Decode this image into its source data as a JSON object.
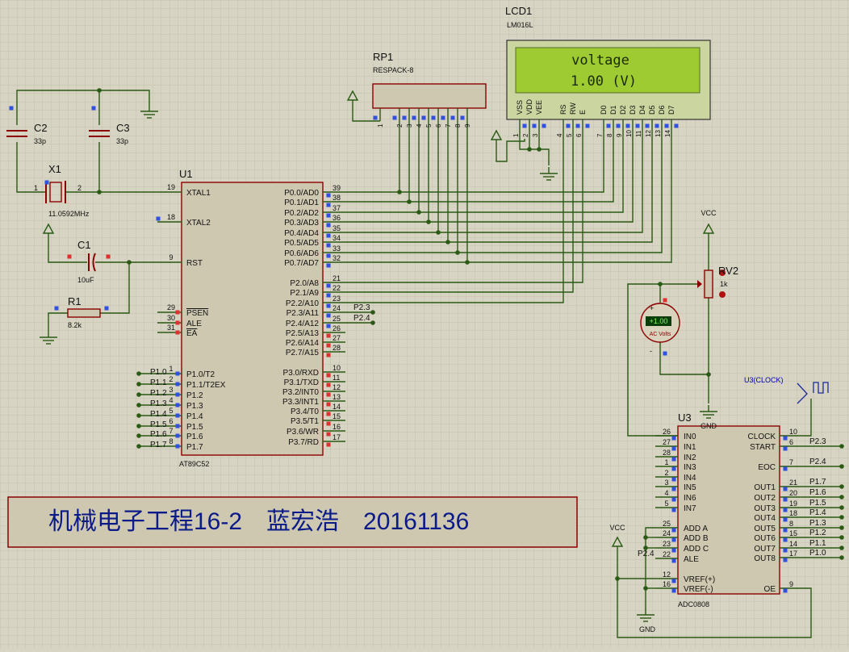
{
  "lcd": {
    "ref": "LCD1",
    "model": "LM016L",
    "line1": "voltage",
    "line2": "1.00 (V)",
    "pins": [
      {
        "num": "1",
        "name": "VSS"
      },
      {
        "num": "2",
        "name": "VDD"
      },
      {
        "num": "3",
        "name": "VEE"
      },
      {
        "num": "4",
        "name": "RS"
      },
      {
        "num": "5",
        "name": "RW"
      },
      {
        "num": "6",
        "name": "E"
      },
      {
        "num": "7",
        "name": "D0"
      },
      {
        "num": "8",
        "name": "D1"
      },
      {
        "num": "9",
        "name": "D2"
      },
      {
        "num": "10",
        "name": "D3"
      },
      {
        "num": "11",
        "name": "D4"
      },
      {
        "num": "12",
        "name": "D5"
      },
      {
        "num": "13",
        "name": "D6"
      },
      {
        "num": "14",
        "name": "D7"
      }
    ]
  },
  "rp1": {
    "ref": "RP1",
    "model": "RESPACK-8",
    "pins": [
      "1",
      "2",
      "3",
      "4",
      "5",
      "6",
      "7",
      "8",
      "9"
    ]
  },
  "c2": {
    "ref": "C2",
    "value": "33p"
  },
  "c3": {
    "ref": "C3",
    "value": "33p"
  },
  "x1": {
    "ref": "X1",
    "value": "11.0592MHz",
    "pin1": "1",
    "pin2": "2"
  },
  "c1": {
    "ref": "C1",
    "value": "10uF"
  },
  "r1": {
    "ref": "R1",
    "value": "8.2k"
  },
  "rv2": {
    "ref": "RV2",
    "value": "1k"
  },
  "vcc_label": "VCC",
  "gnd_label": "GND",
  "voltmeter": {
    "reading": "+1.00",
    "unit": "AC Volts",
    "plus": "+",
    "minus": "-"
  },
  "clock_label": "U3(CLOCK)",
  "u1": {
    "ref": "U1",
    "model": "AT89C52",
    "left_pins": [
      {
        "num": "19",
        "name": "XTAL1"
      },
      {
        "num": "18",
        "name": "XTAL2"
      },
      {
        "num": "9",
        "name": "RST"
      },
      {
        "num": "29",
        "name": "PSEN"
      },
      {
        "num": "30",
        "name": "ALE"
      },
      {
        "num": "31",
        "name": "EA"
      },
      {
        "num": "1",
        "name": "P1.0/T2",
        "net": "P1.0"
      },
      {
        "num": "2",
        "name": "P1.1/T2EX",
        "net": "P1.1"
      },
      {
        "num": "3",
        "name": "P1.2",
        "net": "P1.2"
      },
      {
        "num": "4",
        "name": "P1.3",
        "net": "P1.3"
      },
      {
        "num": "5",
        "name": "P1.4",
        "net": "P1.4"
      },
      {
        "num": "6",
        "name": "P1.5",
        "net": "P1.5"
      },
      {
        "num": "7",
        "name": "P1.6",
        "net": "P1.6"
      },
      {
        "num": "8",
        "name": "P1.7",
        "net": "P1.7"
      }
    ],
    "right_pins": [
      {
        "num": "39",
        "name": "P0.0/AD0"
      },
      {
        "num": "38",
        "name": "P0.1/AD1"
      },
      {
        "num": "37",
        "name": "P0.2/AD2"
      },
      {
        "num": "36",
        "name": "P0.3/AD3"
      },
      {
        "num": "35",
        "name": "P0.4/AD4"
      },
      {
        "num": "34",
        "name": "P0.5/AD5"
      },
      {
        "num": "33",
        "name": "P0.6/AD6"
      },
      {
        "num": "32",
        "name": "P0.7/AD7"
      },
      {
        "num": "21",
        "name": "P2.0/A8"
      },
      {
        "num": "22",
        "name": "P2.1/A9"
      },
      {
        "num": "23",
        "name": "P2.2/A10"
      },
      {
        "num": "24",
        "name": "P2.3/A11",
        "net": "P2.3"
      },
      {
        "num": "25",
        "name": "P2.4/A12",
        "net": "P2.4"
      },
      {
        "num": "26",
        "name": "P2.5/A13"
      },
      {
        "num": "27",
        "name": "P2.6/A14"
      },
      {
        "num": "28",
        "name": "P2.7/A15"
      },
      {
        "num": "10",
        "name": "P3.0/RXD"
      },
      {
        "num": "11",
        "name": "P3.1/TXD"
      },
      {
        "num": "12",
        "name": "P3.2/INT0"
      },
      {
        "num": "13",
        "name": "P3.3/INT1"
      },
      {
        "num": "14",
        "name": "P3.4/T0"
      },
      {
        "num": "15",
        "name": "P3.5/T1"
      },
      {
        "num": "16",
        "name": "P3.6/WR"
      },
      {
        "num": "17",
        "name": "P3.7/RD"
      }
    ]
  },
  "u3": {
    "ref": "U3",
    "model": "ADC0808",
    "left_pins": [
      {
        "num": "26",
        "name": "IN0"
      },
      {
        "num": "27",
        "name": "IN1"
      },
      {
        "num": "28",
        "name": "IN2"
      },
      {
        "num": "1",
        "name": "IN3"
      },
      {
        "num": "2",
        "name": "IN4"
      },
      {
        "num": "3",
        "name": "IN5"
      },
      {
        "num": "4",
        "name": "IN6"
      },
      {
        "num": "5",
        "name": "IN7"
      },
      {
        "num": "25",
        "name": "ADD A"
      },
      {
        "num": "24",
        "name": "ADD B"
      },
      {
        "num": "23",
        "name": "ADD C"
      },
      {
        "num": "22",
        "name": "ALE",
        "net": "P2.4"
      },
      {
        "num": "12",
        "name": "VREF(+)"
      },
      {
        "num": "16",
        "name": "VREF(-)"
      }
    ],
    "right_pins": [
      {
        "num": "10",
        "name": "CLOCK"
      },
      {
        "num": "6",
        "name": "START",
        "net": "P2.3"
      },
      {
        "num": "7",
        "name": "EOC",
        "net": "P2.4"
      },
      {
        "num": "21",
        "name": "OUT1",
        "net": "P1.7"
      },
      {
        "num": "20",
        "name": "OUT2",
        "net": "P1.6"
      },
      {
        "num": "19",
        "name": "OUT3",
        "net": "P1.5"
      },
      {
        "num": "18",
        "name": "OUT4",
        "net": "P1.4"
      },
      {
        "num": "8",
        "name": "OUT5",
        "net": "P1.3"
      },
      {
        "num": "15",
        "name": "OUT6",
        "net": "P1.2"
      },
      {
        "num": "14",
        "name": "OUT7",
        "net": "P1.1"
      },
      {
        "num": "17",
        "name": "OUT8",
        "net": "P1.0"
      },
      {
        "num": "9",
        "name": "OE"
      }
    ]
  },
  "footer_text": "机械电子工程16-2　蓝宏浩　20161136",
  "colors": {
    "wire": "#2a5a14",
    "component": "#8b0000",
    "body": "#cfc8b0",
    "lcd_bg": "#cbd5a0",
    "lcd_screen": "#9ecb32",
    "label": "#111111",
    "net_label": "#0000aa",
    "pin_marker": "#3050e0",
    "pin_marker_red": "#e03030"
  }
}
